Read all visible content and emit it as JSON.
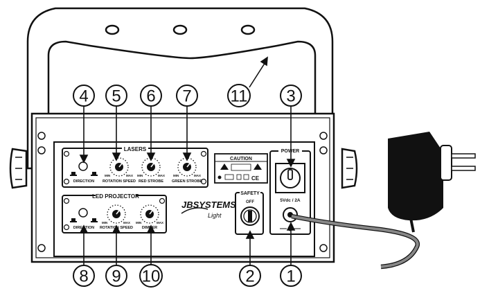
{
  "panel": {
    "lasers_title": "LASERS",
    "led_title": "LED PROJECTOR",
    "power_title": "POWER",
    "safety_title": "SAFETY",
    "caution_label": "CAUTION",
    "off_label": "OFF",
    "power_rating": "5Vdc / 2A",
    "brand_name": "JBSYSTEMS",
    "brand_sub": "Light",
    "min_label": "MIN",
    "max_label": "MAX",
    "laser_controls": [
      "DIRECTION",
      "ROTATION SPEED",
      "RED STROBE",
      "GREEN STROBE"
    ],
    "led_controls": [
      "DIRECTION",
      "ROTATION SPEED",
      "DIMMER"
    ]
  },
  "callouts": [
    "1",
    "2",
    "3",
    "4",
    "5",
    "6",
    "7",
    "8",
    "9",
    "10",
    "11"
  ]
}
